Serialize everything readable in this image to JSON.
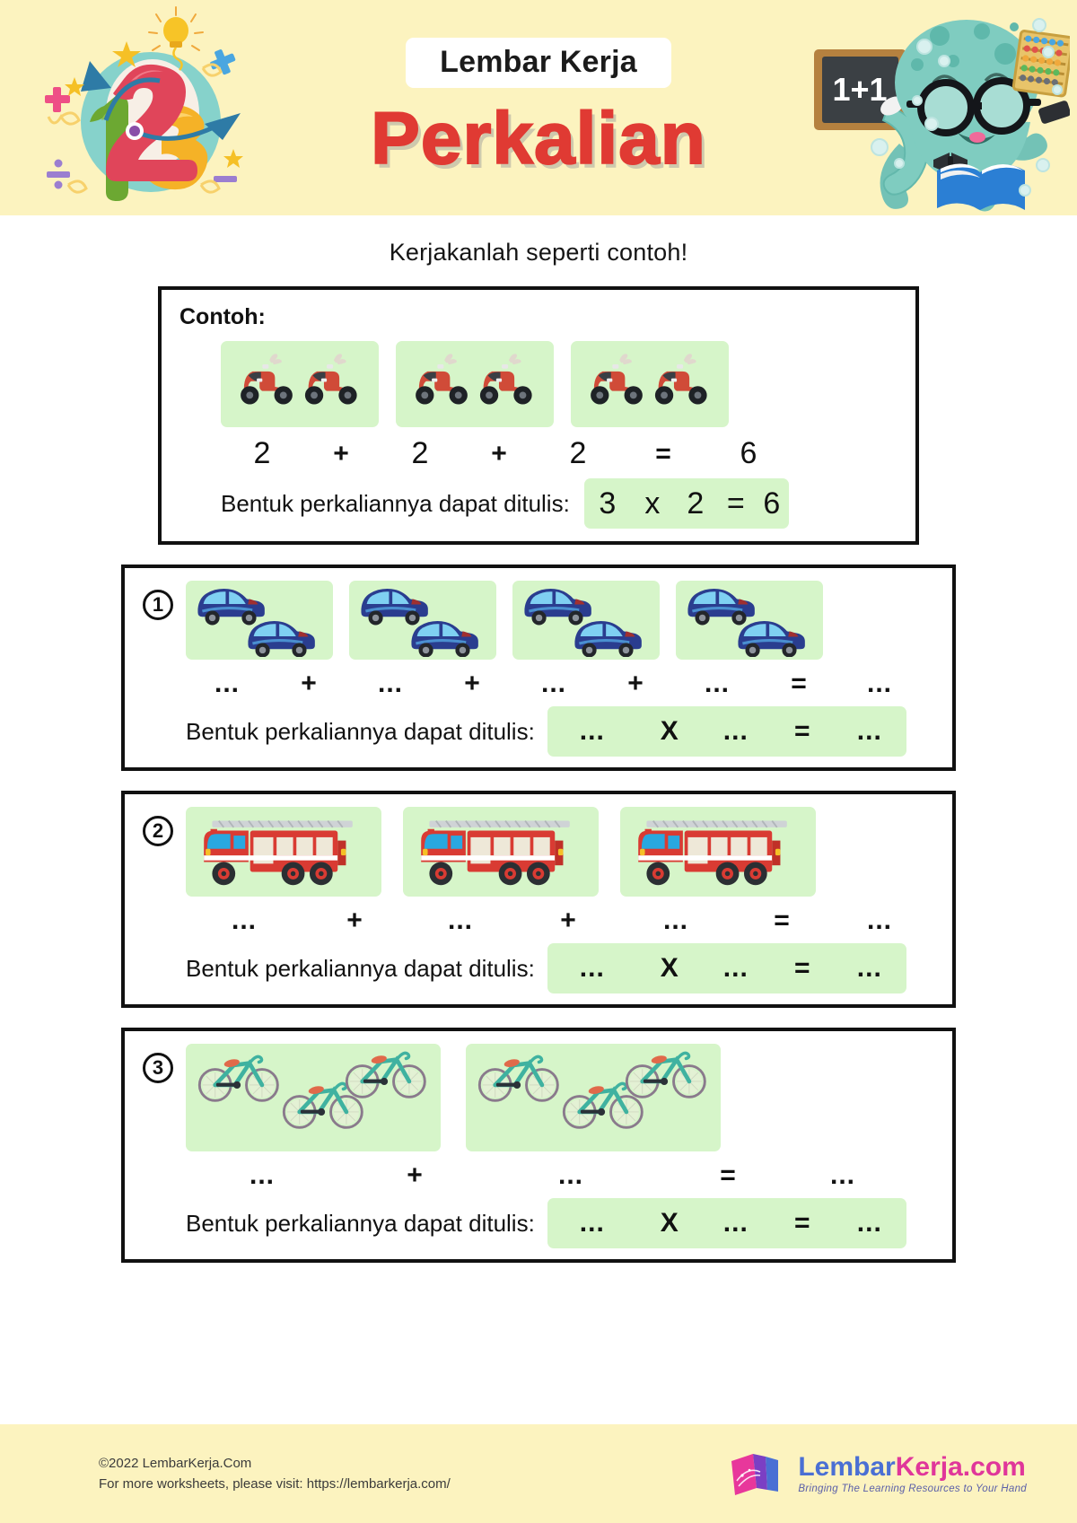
{
  "header": {
    "badge": "Lembar Kerja",
    "title": "Perkalian",
    "chalkboard_text": "1+1",
    "deco_numbers": [
      "1",
      "2",
      "3"
    ]
  },
  "instruction": "Kerjakanlah seperti contoh!",
  "example": {
    "label": "Contoh:",
    "icon": "scooter",
    "groups": 3,
    "per_group": 2,
    "addition": {
      "terms": [
        "2",
        "2",
        "2"
      ],
      "plus": "+",
      "equals": "=",
      "result": "6"
    },
    "mult_label": "Bentuk perkaliannya dapat ditulis:",
    "multiplication": {
      "a": "3",
      "times": "x",
      "b": "2",
      "equals": "=",
      "result": "6"
    }
  },
  "questions": [
    {
      "number": "1",
      "icon": "car",
      "groups": 4,
      "per_group": 2,
      "addition": {
        "terms": [
          "...",
          "...",
          "...",
          "..."
        ],
        "plus": "+",
        "equals": "=",
        "result": "..."
      },
      "mult_label": "Bentuk perkaliannya dapat ditulis:",
      "multiplication": {
        "a": "...",
        "times": "X",
        "b": "...",
        "equals": "=",
        "result": "..."
      }
    },
    {
      "number": "2",
      "icon": "fire-truck",
      "groups": 3,
      "per_group": 1,
      "addition": {
        "terms": [
          "...",
          "...",
          "..."
        ],
        "plus": "+",
        "equals": "=",
        "result": "..."
      },
      "mult_label": "Bentuk perkaliannya dapat ditulis:",
      "multiplication": {
        "a": "...",
        "times": "X",
        "b": "...",
        "equals": "=",
        "result": "..."
      }
    },
    {
      "number": "3",
      "icon": "bicycle",
      "groups": 2,
      "per_group": 3,
      "addition": {
        "terms": [
          "...",
          "..."
        ],
        "plus": "+",
        "equals": "=",
        "result": "..."
      },
      "mult_label": "Bentuk perkaliannya dapat ditulis:",
      "multiplication": {
        "a": "...",
        "times": "X",
        "b": "...",
        "equals": "=",
        "result": "..."
      }
    }
  ],
  "footer": {
    "copyright": "©2022 LembarKerja.Com",
    "visit": "For more worksheets, please visit: https://lembarkerja.com/",
    "logo": {
      "part1": "Lembar",
      "part2": "Kerja",
      "part3": ".com",
      "tagline": "Bringing The Learning Resources to Your Hand"
    }
  },
  "colors": {
    "header_bg": "#fcf3bf",
    "title_red": "#e03a33",
    "group_green": "#d6f5c9",
    "border_black": "#111111",
    "octopus_teal": "#7fccc0",
    "logo_blue": "#4a6fd4",
    "logo_pink": "#e0369a"
  }
}
